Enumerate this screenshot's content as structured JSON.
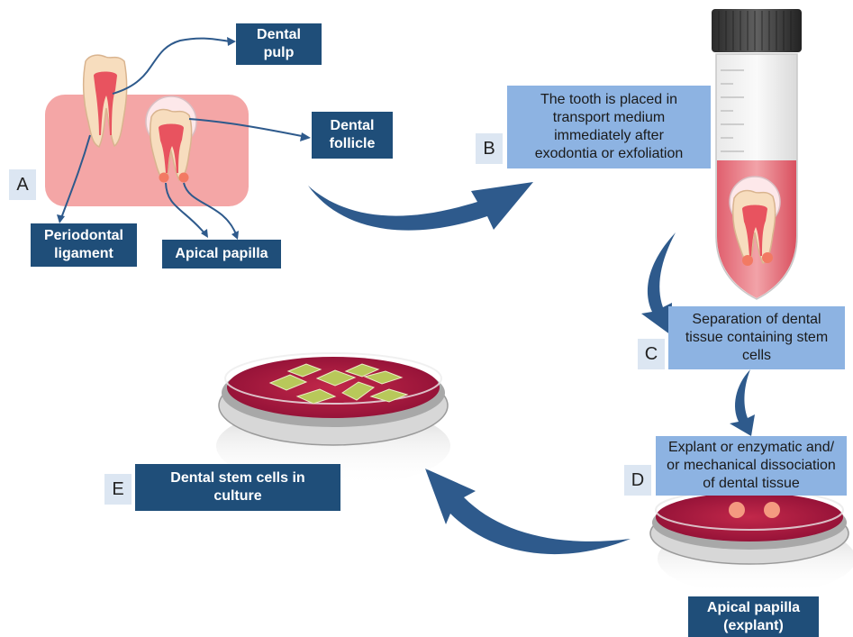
{
  "labels": {
    "dental_pulp": "Dental\npulp",
    "dental_follicle": "Dental\nfollicle",
    "periodontal_ligament": "Periodontal\nligament",
    "apical_papilla": "Apical papilla",
    "step_b": "The tooth is placed in\ntransport medium\nimmediately after\nexodontia or exfoliation",
    "step_c": "Separation of dental\ntissue containing stem\ncells",
    "step_d": "Explant or enzymatic and/\nor mechanical dissociation\nof dental tissue",
    "apical_papilla_explant": "Apical papilla\n(explant)",
    "stem_cells_culture": "Dental stem cells in\nculture"
  },
  "letters": {
    "a": "A",
    "b": "B",
    "c": "C",
    "d": "D",
    "e": "E"
  },
  "colors": {
    "dark_box": "#1f4e79",
    "light_box": "#8db3e2",
    "letter_box": "#dce6f2",
    "gum": "#f4a6a6",
    "medium": "#c73b4e",
    "arrow": "#2e5a8c"
  }
}
